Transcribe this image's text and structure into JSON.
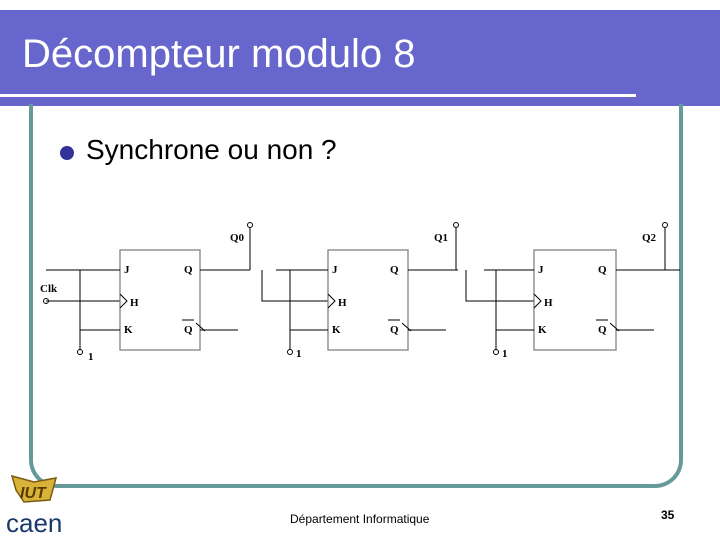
{
  "slide": {
    "title": "Décompteur modulo 8",
    "bullet": "Synchrone ou non ?"
  },
  "circuit": {
    "clock_label": "Clk",
    "flipflops": [
      {
        "j": "J",
        "k": "K",
        "h": "H",
        "q": "Q",
        "qbar": "Q",
        "output": "Q0",
        "const": "1"
      },
      {
        "j": "J",
        "k": "K",
        "h": "H",
        "q": "Q",
        "qbar": "Q",
        "output": "Q1",
        "const": "1"
      },
      {
        "j": "J",
        "k": "K",
        "h": "H",
        "q": "Q",
        "qbar": "Q",
        "output": "Q2",
        "const": "1"
      }
    ]
  },
  "footer": {
    "department": "Département Informatique",
    "page": "35",
    "logo_text": "caen",
    "logo_badge": "IUT"
  },
  "colors": {
    "title_bar": "#6666cc",
    "frame": "#669999",
    "bullet": "#333399"
  }
}
